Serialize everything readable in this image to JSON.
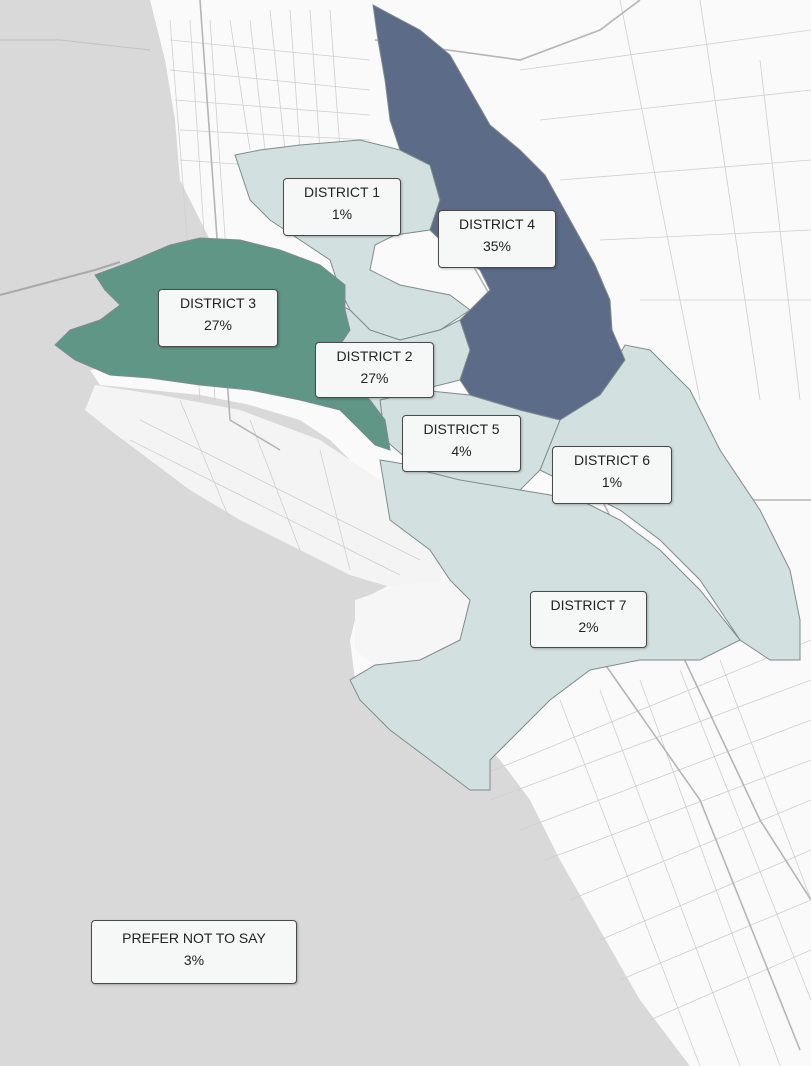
{
  "colors": {
    "water": "#d9d9d9",
    "land": "#fafafa",
    "street": "#cfcfcf",
    "major_road": "#b5b5b5",
    "district_light": "#d3e0e0",
    "district_teal": "#5f9686",
    "district_navy": "#5b6b88",
    "boundary": "#7f8c8c",
    "label_border": "#4a4a4a"
  },
  "districts": [
    {
      "name": "DISTRICT 1",
      "pct": "1%",
      "share": 1,
      "fill": "#d3e0e0"
    },
    {
      "name": "DISTRICT 2",
      "pct": "27%",
      "share": 27,
      "fill": "#d3e0e0"
    },
    {
      "name": "DISTRICT 3",
      "pct": "27%",
      "share": 27,
      "fill": "#5f9686"
    },
    {
      "name": "DISTRICT 4",
      "pct": "35%",
      "share": 35,
      "fill": "#5b6b88"
    },
    {
      "name": "DISTRICT 5",
      "pct": "4%",
      "share": 4,
      "fill": "#d3e0e0"
    },
    {
      "name": "DISTRICT 6",
      "pct": "1%",
      "share": 1,
      "fill": "#d3e0e0"
    },
    {
      "name": "DISTRICT 7",
      "pct": "2%",
      "share": 2,
      "fill": "#d3e0e0"
    }
  ],
  "prefer_not": {
    "name": "PREFER NOT TO SAY",
    "pct": "3%",
    "share": 3
  }
}
